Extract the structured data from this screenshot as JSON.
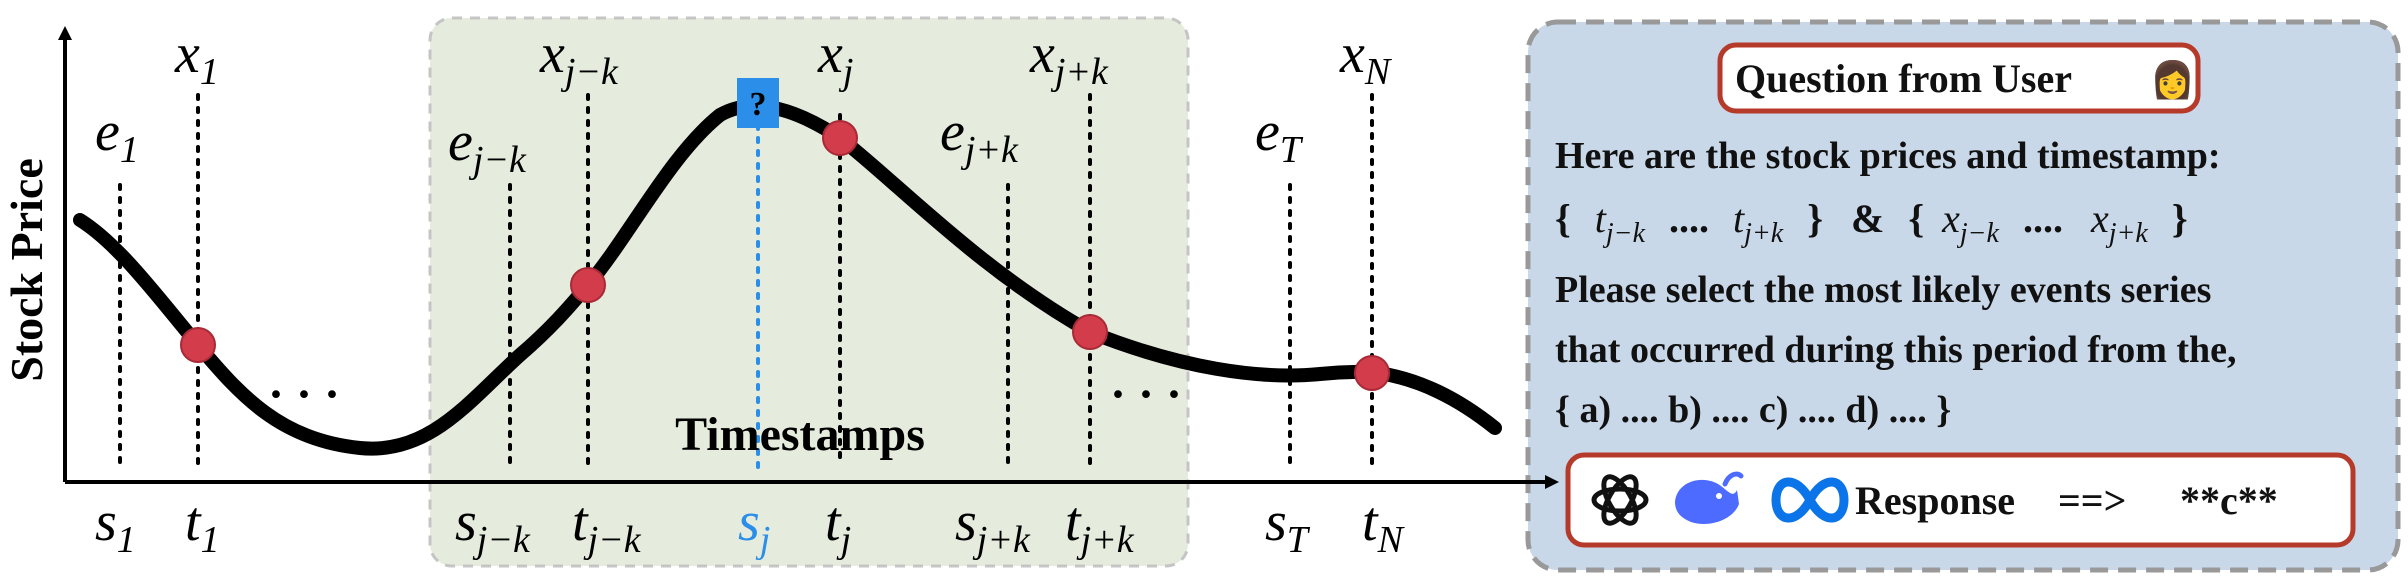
{
  "axis": {
    "y_label": "Stock Price",
    "x_label": "Timestamps"
  },
  "points_top": [
    {
      "base": "x",
      "sub": "1"
    },
    {
      "base": "x",
      "sub": "j−k"
    },
    {
      "base": "x",
      "sub": "j"
    },
    {
      "base": "x",
      "sub": "j+k"
    },
    {
      "base": "x",
      "sub": "N"
    }
  ],
  "events": [
    {
      "base": "e",
      "sub": "1"
    },
    {
      "base": "e",
      "sub": "j−k"
    },
    {
      "base": "e",
      "sub": "j+k"
    },
    {
      "base": "e",
      "sub": "T"
    }
  ],
  "bottom_labels": [
    {
      "base": "s",
      "sub": "1"
    },
    {
      "base": "t",
      "sub": "1"
    },
    {
      "base": "s",
      "sub": "j−k"
    },
    {
      "base": "t",
      "sub": "j−k"
    },
    {
      "base": "s",
      "sub": "j",
      "highlight": true
    },
    {
      "base": "t",
      "sub": "j"
    },
    {
      "base": "s",
      "sub": "j+k"
    },
    {
      "base": "t",
      "sub": "j+k"
    },
    {
      "base": "s",
      "sub": "T"
    },
    {
      "base": "t",
      "sub": "N"
    }
  ],
  "ellipsis_left": "·  ·  ·",
  "ellipsis_right": "·  ·  ·",
  "unknown_marker": "?",
  "question_panel": {
    "header": "Question from User",
    "header_emoji": "👩",
    "line1": "Here are the stock prices and timestamp:",
    "line2": {
      "open1": "{",
      "t_start": {
        "base": "t",
        "sub": "j−k"
      },
      "dots1": "....",
      "t_end": {
        "base": "t",
        "sub": "j+k"
      },
      "close1": "}",
      "amp": "&",
      "open2": "{",
      "x_start": {
        "base": "x",
        "sub": "j−k"
      },
      "dots2": "....",
      "x_end": {
        "base": "x",
        "sub": "j+k"
      },
      "close2": "}"
    },
    "line3": "Please select the most likely events series",
    "line4": "that occurred during this period from the,",
    "line5": "{ a) ....  b) .... c) .... d) .... }",
    "response_label": "Response",
    "response_arrow": "==>",
    "response_value": "**c**",
    "model_icons": [
      "openai-icon",
      "deepseek-icon",
      "meta-icon"
    ]
  },
  "colors": {
    "window_fill": "#e6ecdd",
    "panel_fill": "#c9d8e9",
    "marker": "#d23c4b",
    "highlight": "#2b8ee8",
    "box_border": "#b53a2a"
  }
}
